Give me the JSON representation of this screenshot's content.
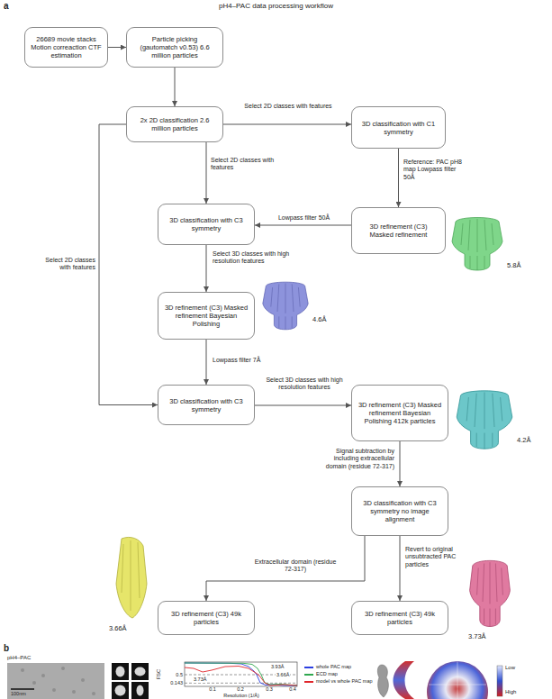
{
  "diagram": {
    "title": "pH4–PAC data processing workflow",
    "nodes": [
      {
        "text": [
          "26689 movie stacks Motion correaction CTF estimation"
        ]
      },
      {
        "text": [
          "Particle picking (gautomatch v0.53) 6.6 million particles"
        ]
      },
      {
        "text": [
          "2x 2D classification 2.6 million particles"
        ]
      },
      {
        "text": [
          "3D classification with C1 symmetry"
        ]
      },
      {
        "text": [
          "3D refinement (C3) Masked refinement"
        ]
      },
      {
        "text": [
          "3D classification with C3 symmetry"
        ]
      },
      {
        "text": [
          "3D refinement (C3) Masked refinement Bayesian Polishing"
        ]
      },
      {
        "text": [
          "3D classification with C3 symmetry"
        ]
      },
      {
        "text": [
          "3D refinement (C3) Masked refinement Bayesian Polishing 412k particles"
        ]
      },
      {
        "text": [
          "3D classification with C3 symmetry no image alignment"
        ]
      },
      {
        "text": [
          "3D refinement (C3) 49k particles"
        ]
      },
      {
        "text": [
          "3D refinement (C3) 49k particles"
        ]
      }
    ],
    "edges": [
      {
        "from": 0,
        "to": 1,
        "arrow": "to"
      },
      {
        "from": 1,
        "to": 2,
        "arrow": "to"
      },
      {
        "from": 2,
        "to": 3,
        "label": "Select 2D classes with features",
        "arrow": "to"
      },
      {
        "from": 3,
        "to": 4,
        "label": "Reference: PAC pH8 map Lowpass filter 50Å",
        "arrow": "to"
      },
      {
        "from": 2,
        "to": 5,
        "label": "Select 2D classes with features",
        "arrow": "to"
      },
      {
        "from": 4,
        "to": 5,
        "label": "Lowpass filter 50Å",
        "arrow": "to"
      },
      {
        "from": 5,
        "to": 6,
        "label": "Select 3D classes with high resolution features",
        "arrow": "to"
      },
      {
        "from": 6,
        "to": 7,
        "label": "Lowpass filter 7Å",
        "arrow": "to"
      },
      {
        "from": 2,
        "to": 7,
        "label": "Select 2D classes with features",
        "arrow": "to"
      },
      {
        "from": 7,
        "to": 8,
        "label": "Select 3D classes with high resolution features",
        "arrow": "to"
      },
      {
        "from": 8,
        "to": 9,
        "label": "Signal subtraction by including extracellular domain (residue 72-317)",
        "arrow": "to"
      },
      {
        "from": 9,
        "to": 10,
        "label": "Extracellular domain (residue 72-317)",
        "arrow": "to"
      },
      {
        "from": 9,
        "to": 11,
        "label": "Revert to original unsubtracted PAC particles",
        "arrow": "to"
      }
    ],
    "labels": [
      "a",
      "5.8Å",
      "4.6Å",
      "4.2Å",
      "3.66Å",
      "3.73Å",
      "b",
      "pH4–PAC",
      "100nm",
      "FSC",
      "0.5",
      "0.143",
      "3.93Å",
      "3.73Å",
      "3.66Å",
      "Resolution (1/Å)",
      "0.1",
      "0.2",
      "0.3",
      "0.4",
      "Low",
      "High"
    ],
    "legend": [
      {
        "text": "whole PAC map",
        "color": "#2b3fe0"
      },
      {
        "text": "ECD map",
        "color": "#2fa84f"
      },
      {
        "text": "model vs whole PAC map",
        "color": "#e0262b"
      }
    ]
  }
}
